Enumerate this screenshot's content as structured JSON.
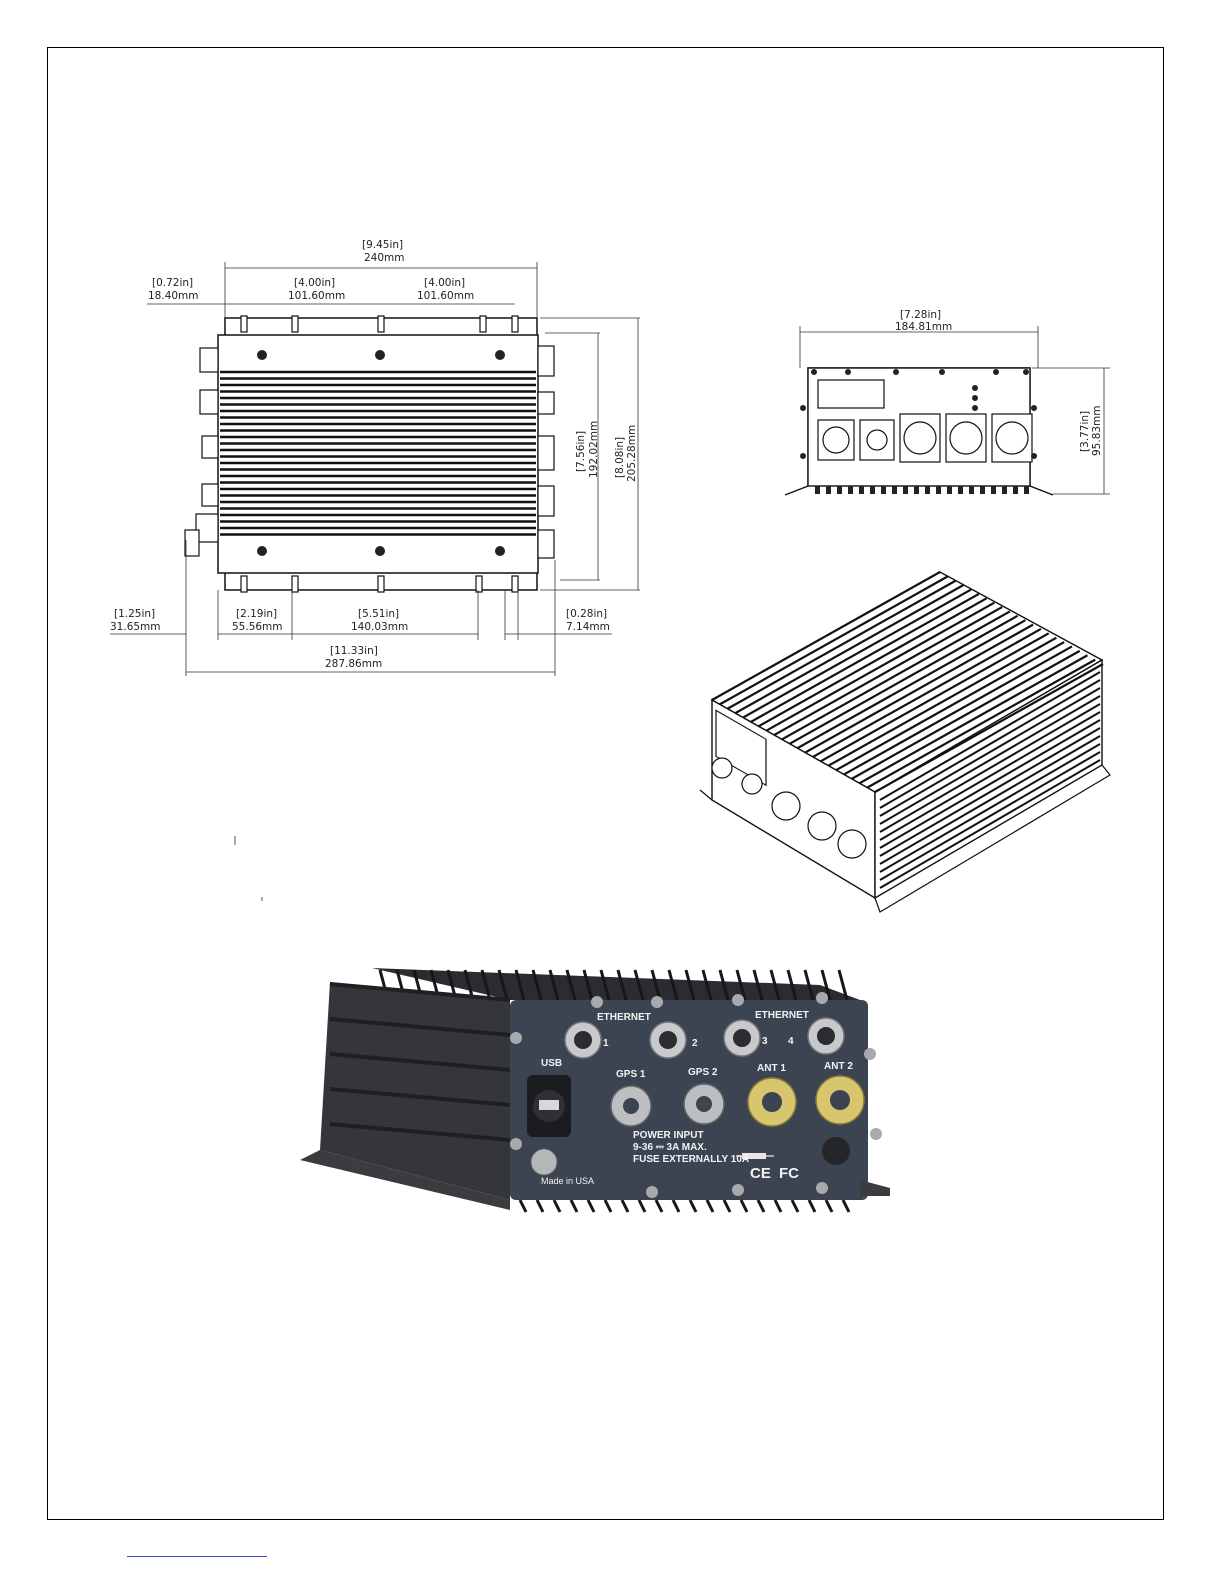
{
  "top_view": {
    "width_in": "[9.45in]",
    "width_mm": "240mm",
    "offset_in": "[0.72in]",
    "offset_mm": "18.40mm",
    "pitch1_in": "[4.00in]",
    "pitch1_mm": "101.60mm",
    "pitch2_in": "[4.00in]",
    "pitch2_mm": "101.60mm",
    "inner_h_in": "[7.56in]",
    "inner_h_mm": "192.02mm",
    "outer_h_in": "[8.08in]",
    "outer_h_mm": "205.28mm",
    "left_ext_in": "[1.25in]",
    "left_ext_mm": "31.65mm",
    "b1_in": "[2.19in]",
    "b1_mm": "55.56mm",
    "b2_in": "[5.51in]",
    "b2_mm": "140.03mm",
    "b3_in": "[0.28in]",
    "b3_mm": "7.14mm",
    "total_in": "[11.33in]",
    "total_mm": "287.86mm"
  },
  "front_view": {
    "width_in": "[7.28in]",
    "width_mm": "184.81mm",
    "height_in": "[3.77in]",
    "height_mm": "95.83mm"
  },
  "photo_labels": {
    "ethernet_left": "ETHERNET",
    "ethernet_right": "ETHERNET",
    "port1": "1",
    "port2": "2",
    "port3": "3",
    "port4": "4",
    "usb": "USB",
    "gps1": "GPS 1",
    "gps2": "GPS 2",
    "ant1": "ANT 1",
    "ant2": "ANT 2",
    "power_line1": "POWER INPUT",
    "power_line2": "9-36 ⎓ 3A MAX.",
    "power_line3": "FUSE EXTERNALLY 10A",
    "made_in": "Made in USA",
    "ce": "CE",
    "fc": "FC"
  }
}
